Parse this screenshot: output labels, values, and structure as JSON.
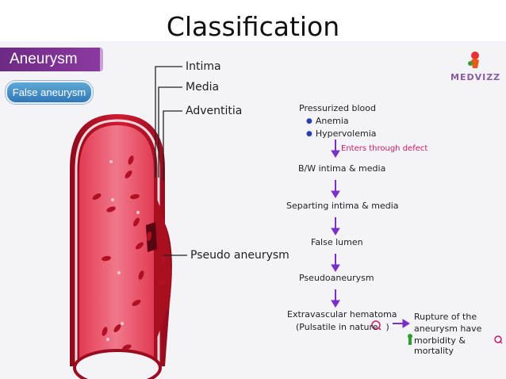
{
  "title": "Classification",
  "tab_label": "Aneurysm",
  "pill_label": "False aneurysm",
  "logo_text": "MEDVIZZ",
  "layers": {
    "intima": "Intima",
    "media": "Media",
    "adventitia": "Adventitia"
  },
  "pseudo_label": "Pseudo aneurysm",
  "flow": {
    "step1": "Pressurized blood",
    "bullet1": "Anemia",
    "bullet2": "Hypervolemia",
    "enters": "Enters through defect",
    "step2": "B/W intima & media",
    "step3": "Separting intima & media",
    "step4": "False lumen",
    "step5": "Pseudoaneurysm",
    "step6": "Extravascular hematoma",
    "step6b": "(Pulsatile in nature",
    "step6b_close": ")",
    "rupture1": "Rupture of the",
    "rupture2": "aneurysm have",
    "rupture3": "morbidity & mortality"
  },
  "colors": {
    "purple": "#6d2a83",
    "arrow": "#7a2fc9",
    "vessel": "#c8102e",
    "lumen": "#e84a5f"
  }
}
